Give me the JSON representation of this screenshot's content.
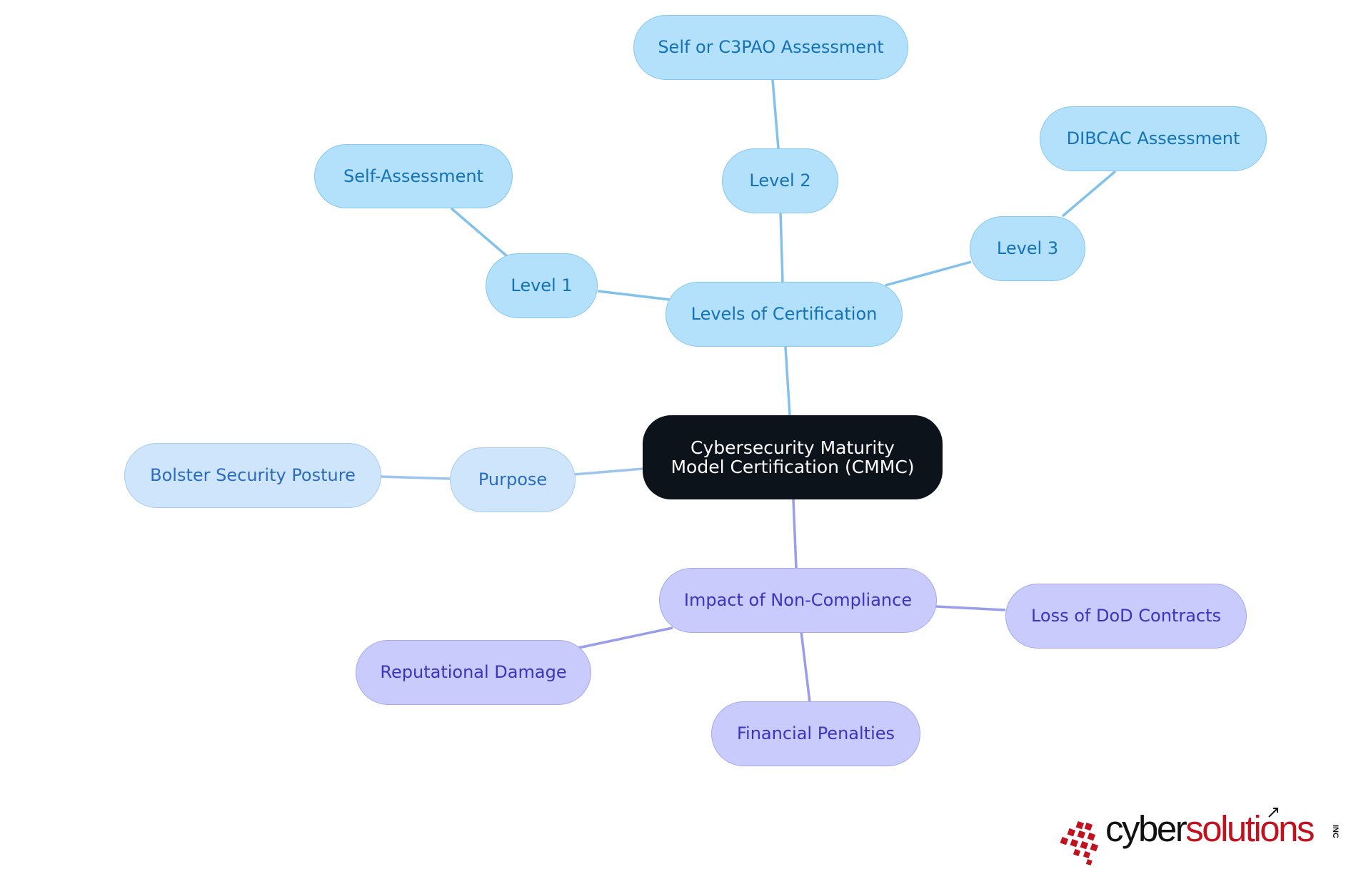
{
  "diagram": {
    "root": {
      "label": "Cybersecurity Maturity Model Certification (CMMC)"
    },
    "levels": {
      "label": "Levels of Certification",
      "level1": {
        "label": "Level 1",
        "child": "Self-Assessment"
      },
      "level2": {
        "label": "Level 2",
        "child": "Self or C3PAO Assessment"
      },
      "level3": {
        "label": "Level 3",
        "child": "DIBCAC Assessment"
      }
    },
    "purpose": {
      "label": "Purpose",
      "child": "Bolster Security Posture"
    },
    "impact": {
      "label": "Impact of Non-Compliance",
      "children": [
        "Loss of DoD Contracts",
        "Reputational Damage",
        "Financial Penalties"
      ]
    }
  },
  "logo": {
    "text_main": "cyber",
    "text_accent": "solutions",
    "suffix": "INC"
  },
  "colors": {
    "root_bg": "#0d131b",
    "blue_branch": "#b3e0fb",
    "purpose_branch": "#cfe5fb",
    "impact_branch": "#c9cbfc",
    "brand_red": "#c1121f"
  }
}
